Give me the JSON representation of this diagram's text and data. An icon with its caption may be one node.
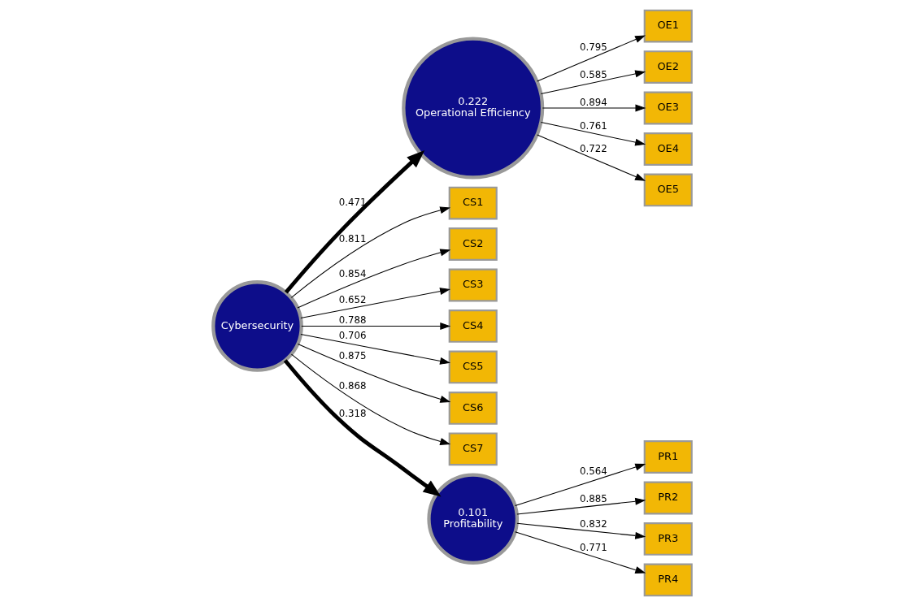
{
  "diagram": {
    "nodes": [
      {
        "text": [
          "OE1"
        ]
      },
      {
        "text": [
          "OE2"
        ]
      },
      {
        "text": [
          "OE3"
        ]
      },
      {
        "text": [
          "OE4"
        ]
      },
      {
        "text": [
          "OE5"
        ]
      },
      {
        "text": [
          "0.222",
          "Operational Efficiency"
        ]
      },
      {
        "text": [
          "CS1"
        ]
      },
      {
        "text": [
          "CS2"
        ]
      },
      {
        "text": [
          "CS3"
        ]
      },
      {
        "text": [
          "CS4"
        ]
      },
      {
        "text": [
          "CS5"
        ]
      },
      {
        "text": [
          "CS6"
        ]
      },
      {
        "text": [
          "CS7"
        ]
      },
      {
        "text": [
          "Cybersecurity"
        ]
      },
      {
        "text": [
          "0.101",
          "Profitability"
        ]
      },
      {
        "text": [
          "PR1"
        ]
      },
      {
        "text": [
          "PR2"
        ]
      },
      {
        "text": [
          "PR3"
        ]
      },
      {
        "text": [
          "PR4"
        ]
      }
    ],
    "edges": [
      {
        "from": 5,
        "to": 0,
        "arrow": "to",
        "label": "0.795"
      },
      {
        "from": 5,
        "to": 1,
        "arrow": "to",
        "label": "0.585"
      },
      {
        "from": 5,
        "to": 2,
        "arrow": "to",
        "label": "0.894"
      },
      {
        "from": 5,
        "to": 3,
        "arrow": "to",
        "label": "0.761"
      },
      {
        "from": 5,
        "to": 4,
        "arrow": "to",
        "label": "0.722"
      },
      {
        "from": 13,
        "to": 6,
        "arrow": "to",
        "label": "0.811"
      },
      {
        "from": 13,
        "to": 7,
        "arrow": "to",
        "label": "0.854"
      },
      {
        "from": 13,
        "to": 8,
        "arrow": "to",
        "label": "0.652"
      },
      {
        "from": 13,
        "to": 9,
        "arrow": "to",
        "label": "0.788"
      },
      {
        "from": 13,
        "to": 10,
        "arrow": "to",
        "label": "0.706"
      },
      {
        "from": 13,
        "to": 11,
        "arrow": "to",
        "label": "0.875"
      },
      {
        "from": 13,
        "to": 12,
        "arrow": "to",
        "label": "0.868"
      },
      {
        "from": 13,
        "to": 5,
        "arrow": "to",
        "label": "0.471",
        "style": "thick"
      },
      {
        "from": 13,
        "to": 14,
        "arrow": "to",
        "label": "0.318",
        "style": "thick"
      },
      {
        "from": 14,
        "to": 15,
        "arrow": "to",
        "label": "0.564"
      },
      {
        "from": 14,
        "to": 16,
        "arrow": "to",
        "label": "0.885"
      },
      {
        "from": 14,
        "to": 17,
        "arrow": "to",
        "label": "0.832"
      },
      {
        "from": 14,
        "to": 18,
        "arrow": "to",
        "label": "0.771"
      }
    ]
  }
}
